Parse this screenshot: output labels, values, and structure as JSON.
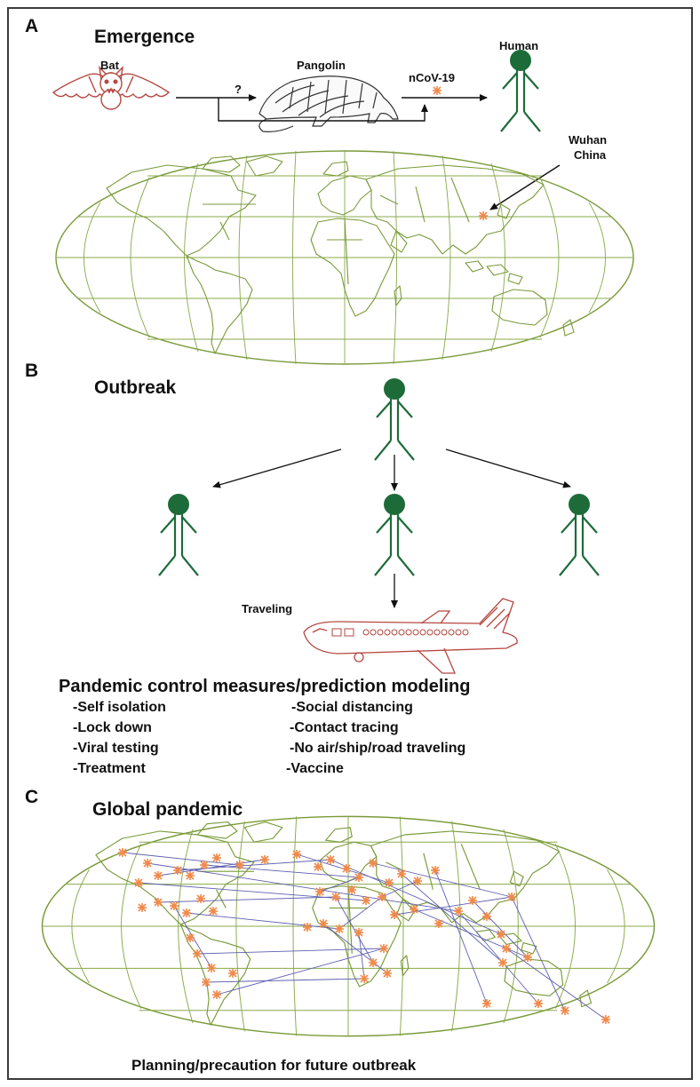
{
  "panels": {
    "a": {
      "letter": "A",
      "title": "Emergence",
      "bat_label": "Bat",
      "unknown_label": "?",
      "pangolin_label": "Pangolin",
      "virus_label": "nCoV-19",
      "human_label": "Human",
      "origin_label_line1": "Wuhan",
      "origin_label_line2": "China"
    },
    "b": {
      "letter": "B",
      "title": "Outbreak",
      "traveling_label": "Traveling",
      "measures_heading": "Pandemic control measures/prediction modeling",
      "measures_left": [
        "-Self isolation",
        "-Lock down",
        "-Viral testing",
        "-Treatment"
      ],
      "measures_right": [
        "-Social distancing",
        "-Contact tracing",
        "-No air/ship/road traveling",
        "-Vaccine"
      ]
    },
    "c": {
      "letter": "C",
      "title": "Global pandemic",
      "footer": "Planning/precaution for future outbreak"
    }
  },
  "colors": {
    "map_outline": "#7a9a3a",
    "human": "#1e6b3a",
    "animal_outline": "#b5463f",
    "virus": "#f08a4b",
    "connection": "#5f5fb0",
    "arrow": "#111111"
  },
  "icons": [
    "bat-icon",
    "pangolin-icon",
    "virus-icon",
    "human-icon",
    "airplane-icon",
    "world-map-icon"
  ]
}
